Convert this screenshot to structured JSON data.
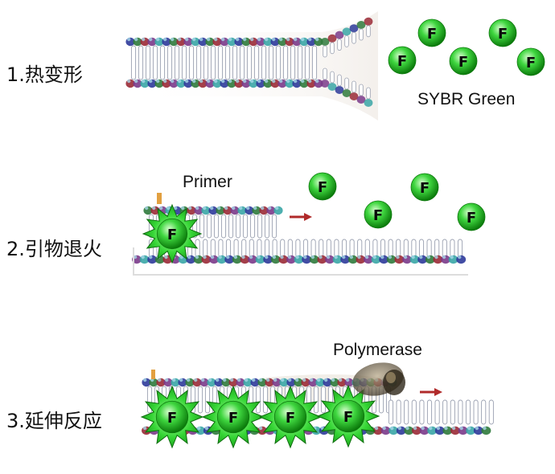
{
  "steps": [
    {
      "label": "1.热变形"
    },
    {
      "label": "2.引物退火"
    },
    {
      "label": "3.延伸反应"
    }
  ],
  "labels": {
    "dye": "SYBR Green",
    "primer": "Primer",
    "polymerase": "Polymerase"
  },
  "dye_glyph": "F",
  "colors": {
    "dye_green": "#27c427",
    "dye_dark": "#0a5a0a",
    "backbone_blue": "#2d3a9a",
    "backbone_green": "#2f7a3c",
    "backbone_red": "#9a2a36",
    "backbone_purple": "#7a3a8a",
    "backbone_teal": "#3aa6a6",
    "rung_grey": "#cfcfd8",
    "arrow_red": "#b02a2a",
    "polymerase_brown": "#6b5a3e"
  }
}
